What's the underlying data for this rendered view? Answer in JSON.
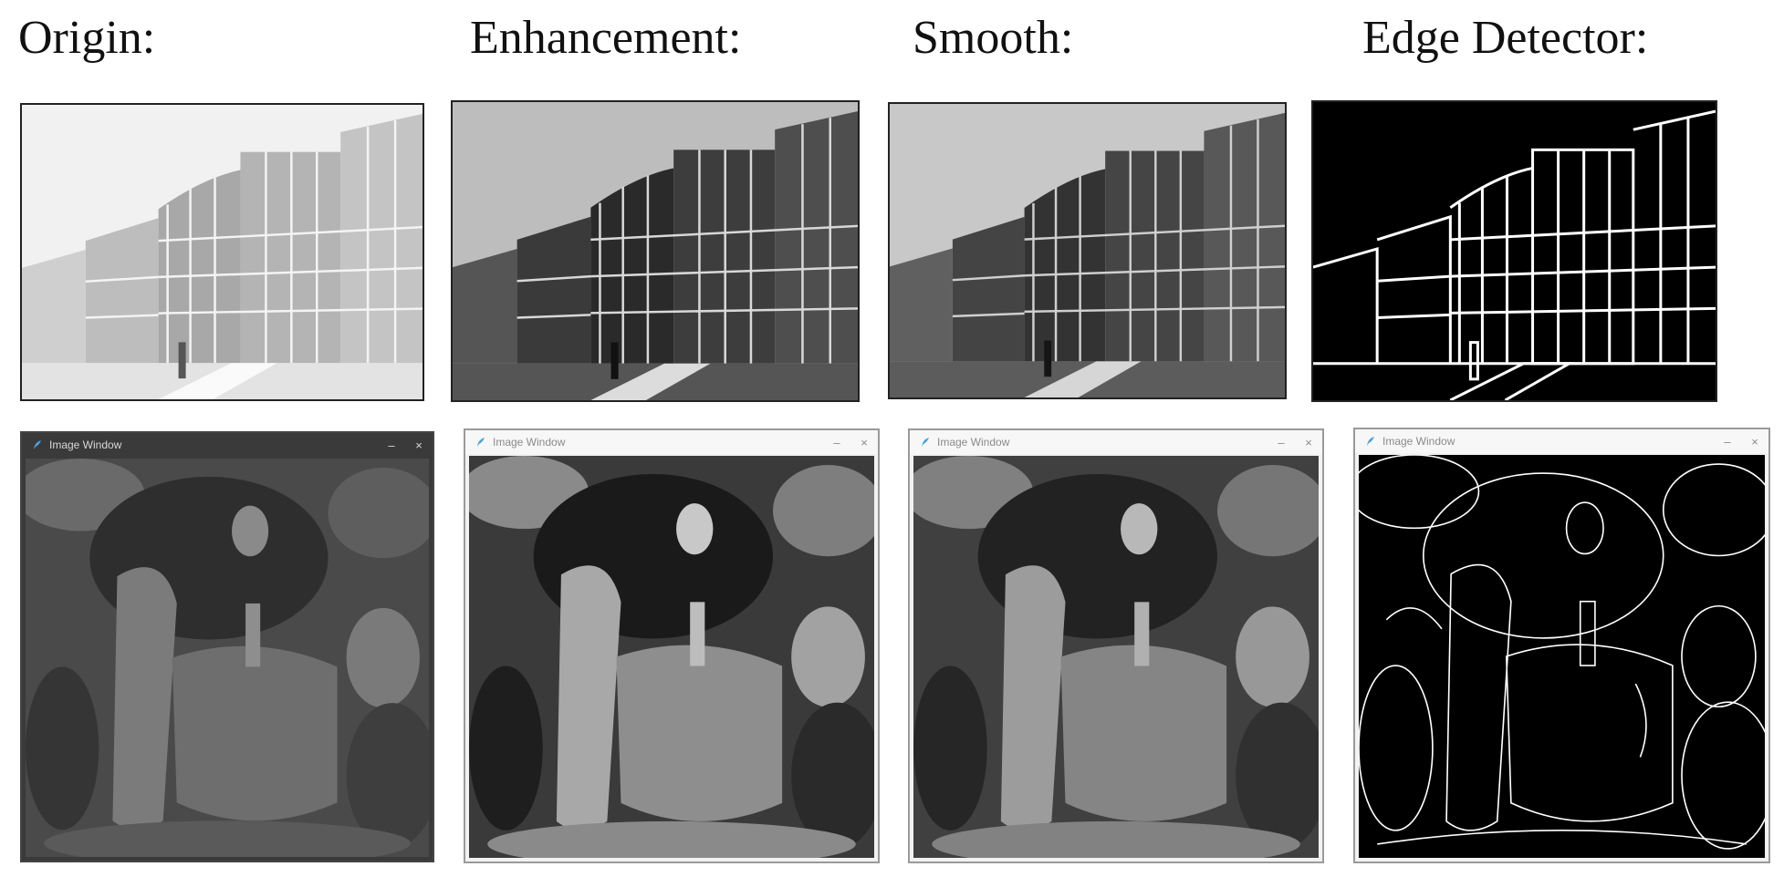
{
  "columns": [
    {
      "title": "Origin:"
    },
    {
      "title": "Enhancement:"
    },
    {
      "title": "Smooth:"
    },
    {
      "title": "Edge Detector:"
    }
  ],
  "window": {
    "title": "Image Window",
    "minimize_glyph": "–",
    "close_glyph": "×"
  },
  "icons": {
    "app": "feather-icon",
    "minimize": "minimize-icon",
    "close": "close-icon"
  },
  "colors": {
    "dark_titlebar": "#3a3a3a",
    "light_titlebar": "#f7f7f7",
    "edge_background": "#000000",
    "edge_lines": "#ffffff"
  }
}
